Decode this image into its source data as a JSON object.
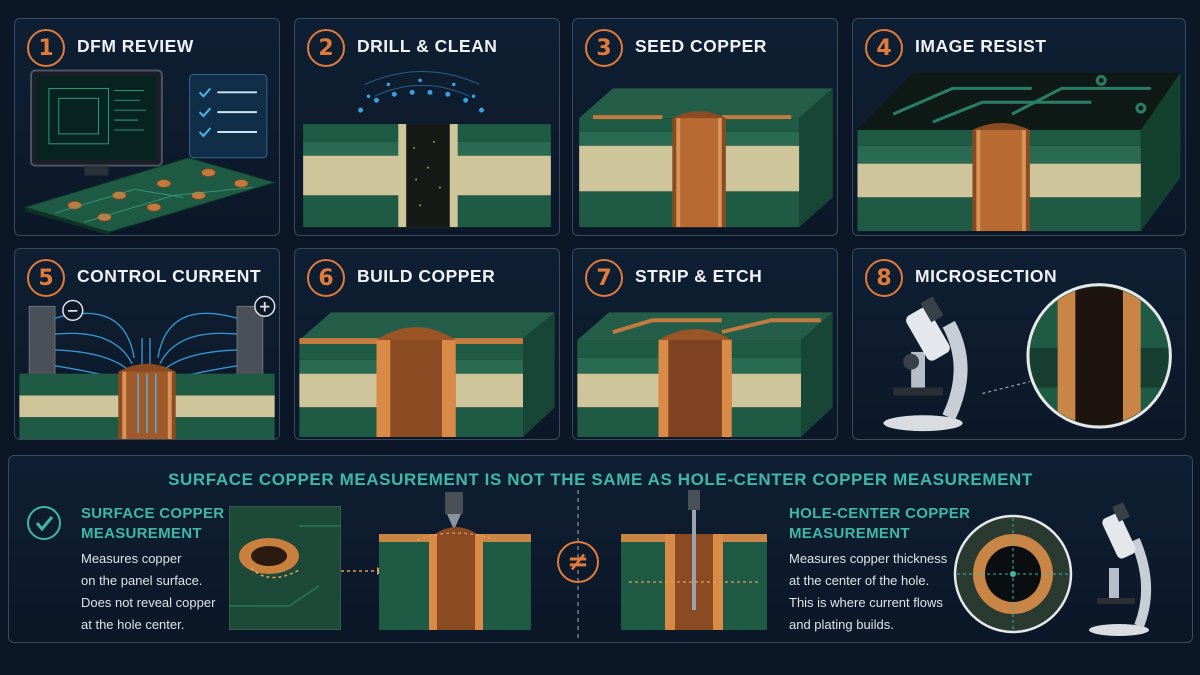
{
  "steps": [
    {
      "number": "1",
      "title": "DFM REVIEW"
    },
    {
      "number": "2",
      "title": "DRILL & CLEAN"
    },
    {
      "number": "3",
      "title": "SEED COPPER"
    },
    {
      "number": "4",
      "title": "IMAGE RESIST"
    },
    {
      "number": "5",
      "title": "CONTROL CURRENT"
    },
    {
      "number": "6",
      "title": "BUILD COPPER"
    },
    {
      "number": "7",
      "title": "STRIP & ETCH"
    },
    {
      "number": "8",
      "title": "MICROSECTION"
    }
  ],
  "comparison": {
    "headline": "SURFACE COPPER MEASUREMENT IS NOT THE SAME AS HOLE-CENTER COPPER MEASUREMENT",
    "not_equal_symbol": "≠",
    "surface": {
      "title_line1": "SURFACE COPPER",
      "title_line2": "MEASUREMENT",
      "desc": [
        "Measures copper",
        "on the panel surface.",
        "Does not reveal copper",
        "at the hole center."
      ]
    },
    "hole_center": {
      "title_line1": "HOLE-CENTER COPPER",
      "title_line2": "MEASUREMENT",
      "desc": [
        "Measures copper thickness",
        "at the center of the hole.",
        "This is where current flows",
        "and plating builds."
      ]
    }
  },
  "polarity": {
    "minus": "−",
    "plus": "+"
  },
  "icons": [
    "monitor-icon",
    "checklist-icon",
    "check-circle-icon",
    "microscope-icon",
    "probe-icon",
    "not-equal-icon"
  ],
  "colors": {
    "accent_orange": "#e07b3c",
    "accent_teal": "#3fb7a9",
    "laminate_green": "#1f5a45",
    "core_cream": "#cfc59a",
    "copper": "#b86a32",
    "water_blue": "#3aa0e0",
    "background": "#0b1626"
  }
}
